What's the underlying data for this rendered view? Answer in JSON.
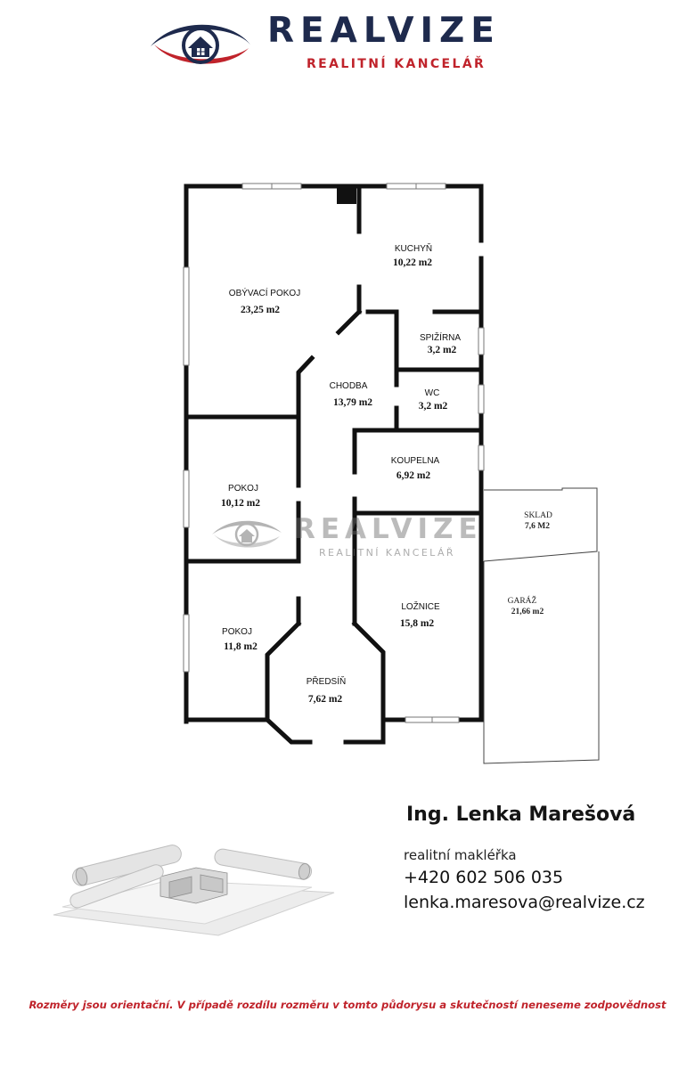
{
  "header": {
    "brand_name": "REALVIZE",
    "brand_subtitle": "REALITNÍ KANCELÁŘ"
  },
  "colors": {
    "brand_navy": "#1e2a4d",
    "brand_red": "#c0232b",
    "wall": "#111111"
  },
  "floorplan": {
    "rooms": [
      {
        "id": "obyvaci-pokoj",
        "name": "OBÝVACÍ POKOJ",
        "area": "23,25 m2"
      },
      {
        "id": "kuchyn",
        "name": "KUCHYŇ",
        "area": "10,22 m2"
      },
      {
        "id": "spizirna",
        "name": "SPIŽÍRNA",
        "area": "3,2 m2"
      },
      {
        "id": "chodba",
        "name": "CHODBA",
        "area": "13,79 m2"
      },
      {
        "id": "wc",
        "name": "WC",
        "area": "3,2 m2"
      },
      {
        "id": "koupelna",
        "name": "KOUPELNA",
        "area": "6,92 m2"
      },
      {
        "id": "pokoj-1",
        "name": "POKOJ",
        "area": "10,12 m2"
      },
      {
        "id": "pokoj-2",
        "name": "POKOJ",
        "area": "11,8 m2"
      },
      {
        "id": "loznice",
        "name": "LOŽNICE",
        "area": "15,8 m2"
      },
      {
        "id": "predsin",
        "name": "PŘEDSÍŇ",
        "area": "7,62 m2"
      },
      {
        "id": "sklad",
        "name": "SKLAD",
        "area": "7,6 M2"
      },
      {
        "id": "garaz",
        "name": "GARÁŽ",
        "area": "21,66 m2"
      }
    ],
    "watermark": {
      "name": "REALVIZE",
      "subtitle": "REALITNÍ KANCELÁŘ"
    }
  },
  "contact": {
    "name": "Ing. Lenka Marešová",
    "role": "realitní makléřka",
    "phone": "+420 602 506 035",
    "email": "lenka.maresova@realvize.cz"
  },
  "disclaimer": "Rozměry jsou orientační. V případě rozdílu rozměru v tomto půdorysu a skutečností neneseme zodpovědnost"
}
